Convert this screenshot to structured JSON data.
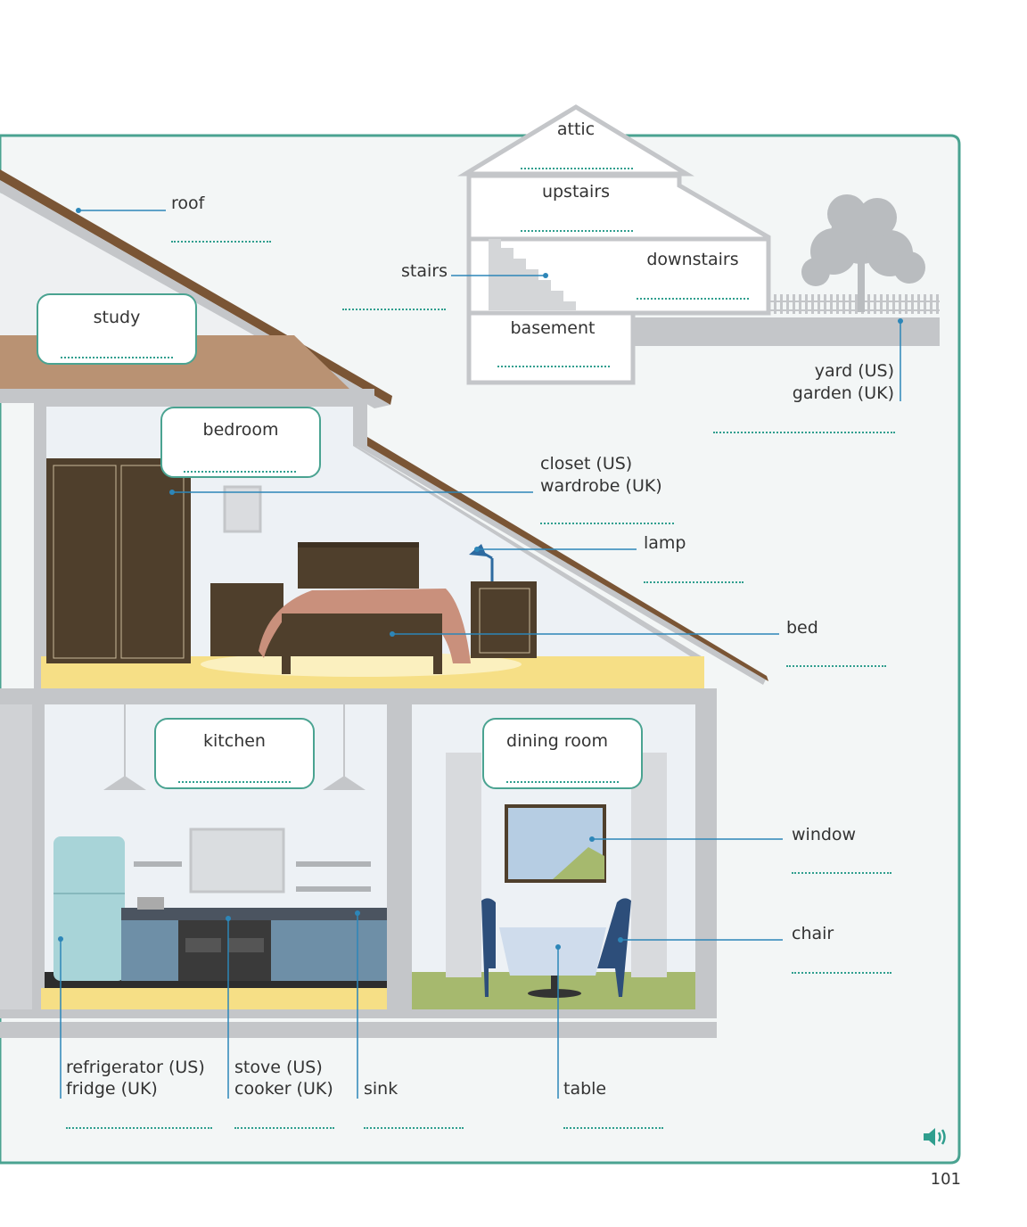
{
  "page_number": "101",
  "colors": {
    "frame_border": "#4aa391",
    "panel_bg": "#f3f6f6",
    "roof_line": "#7a5535",
    "wall": "#c4c6c9",
    "floor_yellow": "#f6df86",
    "leader": "#2d86b8",
    "dots": "#2f9e8e"
  },
  "icons": [
    "audio-speaker-icon"
  ],
  "rooms": {
    "attic": "attic",
    "upstairs": "upstairs",
    "downstairs": "downstairs",
    "basement": "basement",
    "study": "study",
    "bedroom": "bedroom",
    "kitchen": "kitchen",
    "dining_room": "dining room"
  },
  "labels": {
    "roof": "roof",
    "stairs": "stairs",
    "yard_us": "yard (US)",
    "garden_uk": "garden (UK)",
    "closet_us": "closet (US)",
    "wardrobe_uk": "wardrobe (UK)",
    "lamp": "lamp",
    "bed": "bed",
    "window": "window",
    "chair": "chair",
    "refrigerator_us": "refrigerator (US)",
    "fridge_uk": "fridge (UK)",
    "stove_us": "stove (US)",
    "cooker_uk": "cooker (UK)",
    "sink": "sink",
    "table": "table"
  }
}
